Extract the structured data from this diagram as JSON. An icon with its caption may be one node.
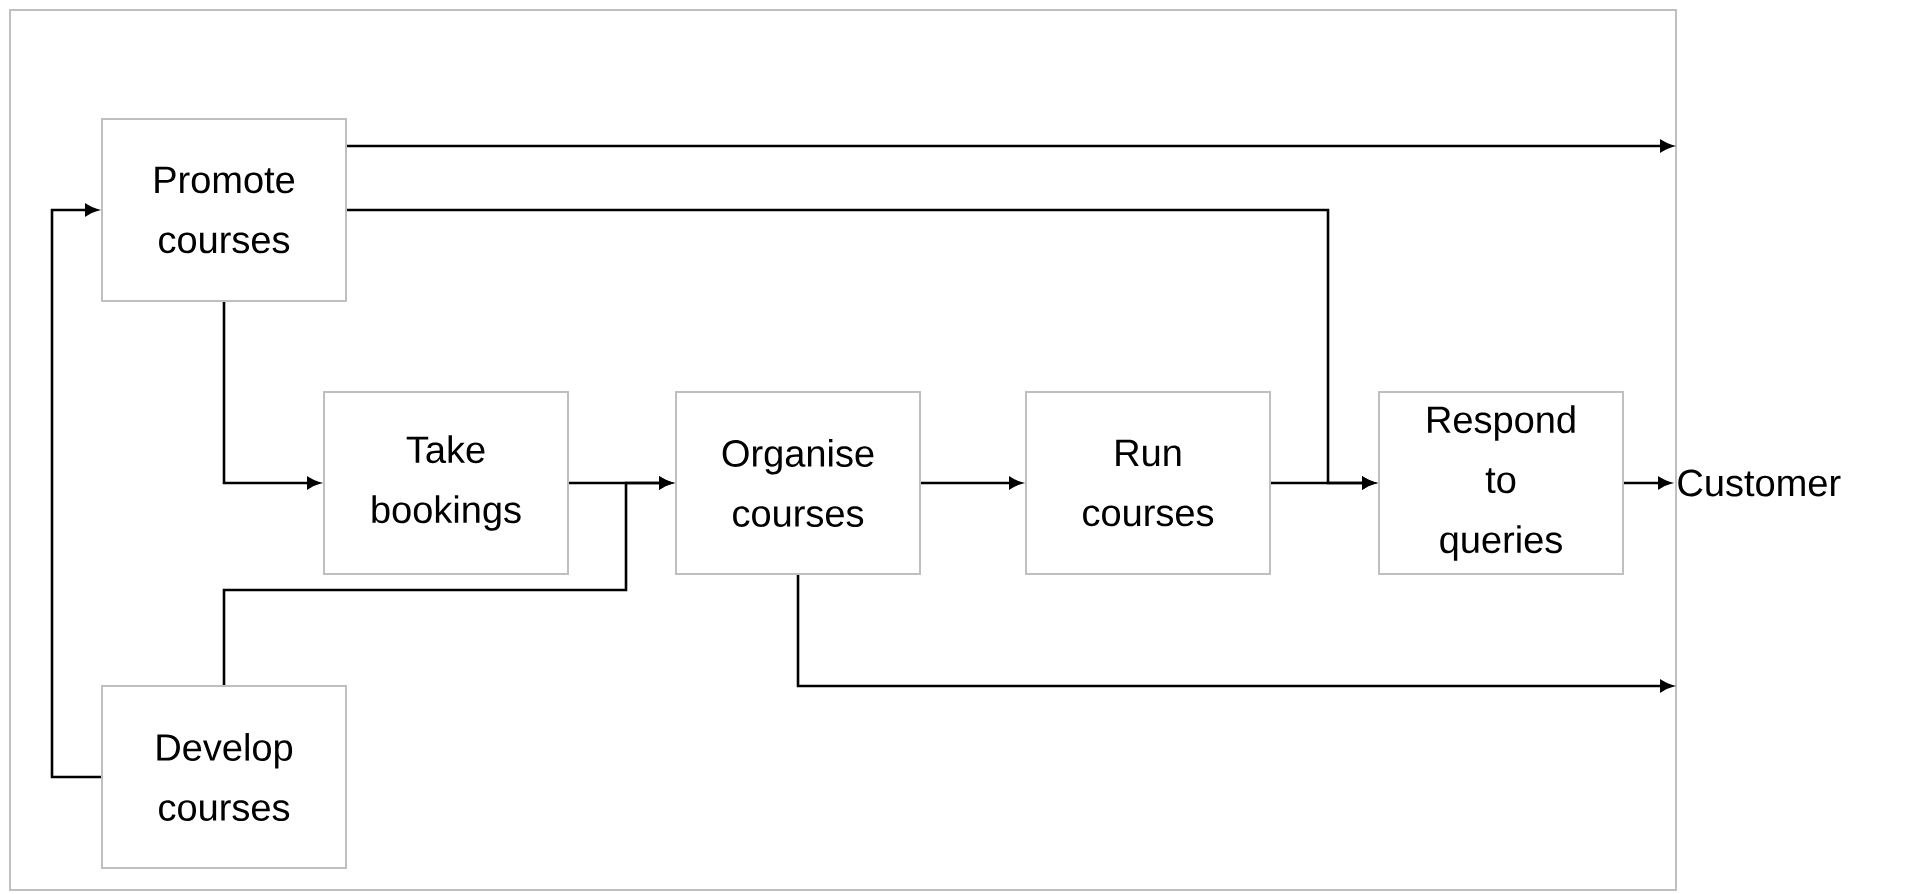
{
  "diagram": {
    "nodes": [
      {
        "text": [
          "Promote courses"
        ]
      },
      {
        "text": [
          "Take bookings"
        ]
      },
      {
        "text": [
          "Organise courses"
        ]
      },
      {
        "text": [
          "Run courses"
        ]
      },
      {
        "text": [
          "Respond to queries"
        ]
      },
      {
        "text": [
          "Develop courses"
        ]
      },
      {
        "text": [
          "Customer"
        ]
      }
    ],
    "edges": [
      {
        "from": 0,
        "to": null,
        "arrow": "to"
      },
      {
        "from": 0,
        "to": 4,
        "arrow": "to"
      },
      {
        "from": 0,
        "to": 1,
        "arrow": "to"
      },
      {
        "from": 1,
        "to": 2,
        "arrow": "to"
      },
      {
        "from": 5,
        "to": 2,
        "arrow": "to"
      },
      {
        "from": 5,
        "to": 0,
        "arrow": "to"
      },
      {
        "from": 2,
        "to": 3,
        "arrow": "to"
      },
      {
        "from": 3,
        "to": 4,
        "arrow": "to"
      },
      {
        "from": 4,
        "to": 6,
        "arrow": "to"
      },
      {
        "from": 2,
        "to": null,
        "arrow": "to"
      }
    ]
  }
}
